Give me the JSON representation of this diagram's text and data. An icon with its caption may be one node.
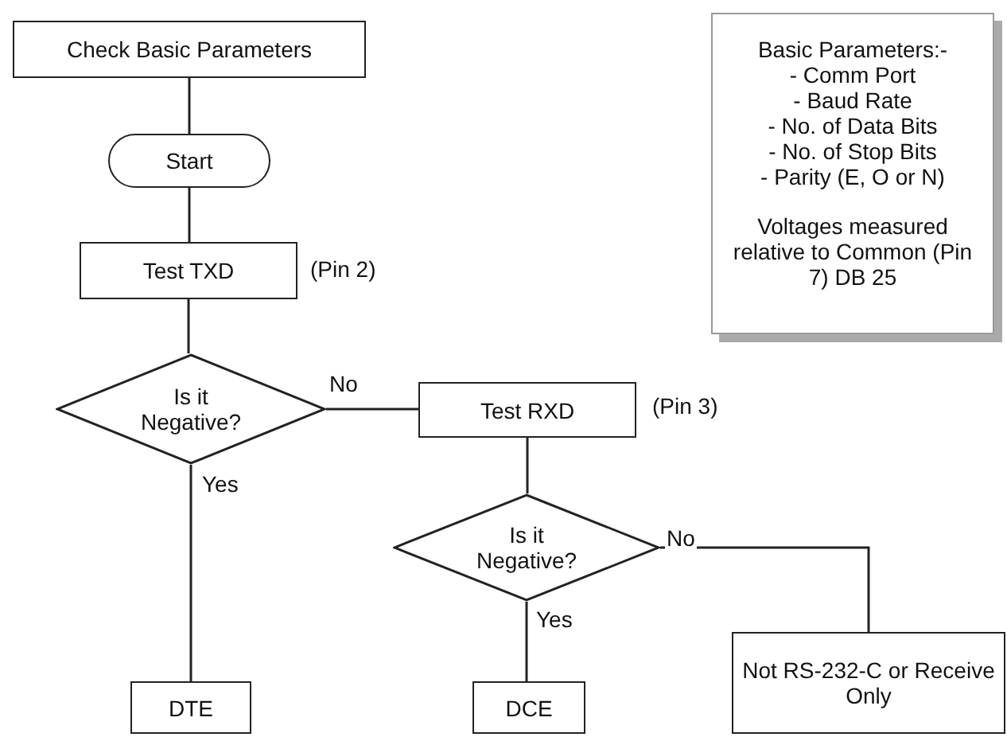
{
  "diagram": {
    "nodes": [
      {
        "text": [
          "Check Basic Parameters"
        ]
      },
      {
        "text": [
          "Start"
        ]
      },
      {
        "text": [
          "Test TXD"
        ],
        "beside": [
          "(Pin 2)"
        ]
      },
      {
        "text": [
          "Is it Negative?"
        ]
      },
      {
        "text": [
          "Test RXD"
        ],
        "beside": [
          "(Pin 3)"
        ]
      },
      {
        "text": [
          "Is it Negative?"
        ]
      },
      {
        "text": [
          "DTE"
        ]
      },
      {
        "text": [
          "DCE"
        ]
      },
      {
        "text": [
          "Not RS-232-C or Receive Only"
        ]
      },
      {
        "text": [
          "Basic Parameters:-",
          "- Comm Port",
          "- Baud Rate",
          "- No. of Data Bits",
          "- No. of Stop Bits",
          "- Parity (E, O or N)",
          "Voltages measured relative to Common (Pin 7) DB 25"
        ]
      }
    ],
    "edges": [
      {
        "from": 0,
        "to": 1,
        "arrow": "none"
      },
      {
        "from": 1,
        "to": 2,
        "arrow": "none"
      },
      {
        "from": 2,
        "to": 3,
        "arrow": "none"
      },
      {
        "from": 3,
        "to": 4,
        "arrow": "none",
        "label": "No"
      },
      {
        "from": 3,
        "to": 6,
        "arrow": "none",
        "label": "Yes"
      },
      {
        "from": 4,
        "to": 5,
        "arrow": "none"
      },
      {
        "from": 5,
        "to": 7,
        "arrow": "none",
        "label": "Yes"
      },
      {
        "from": 5,
        "to": 8,
        "arrow": "none",
        "label": "No"
      }
    ]
  }
}
